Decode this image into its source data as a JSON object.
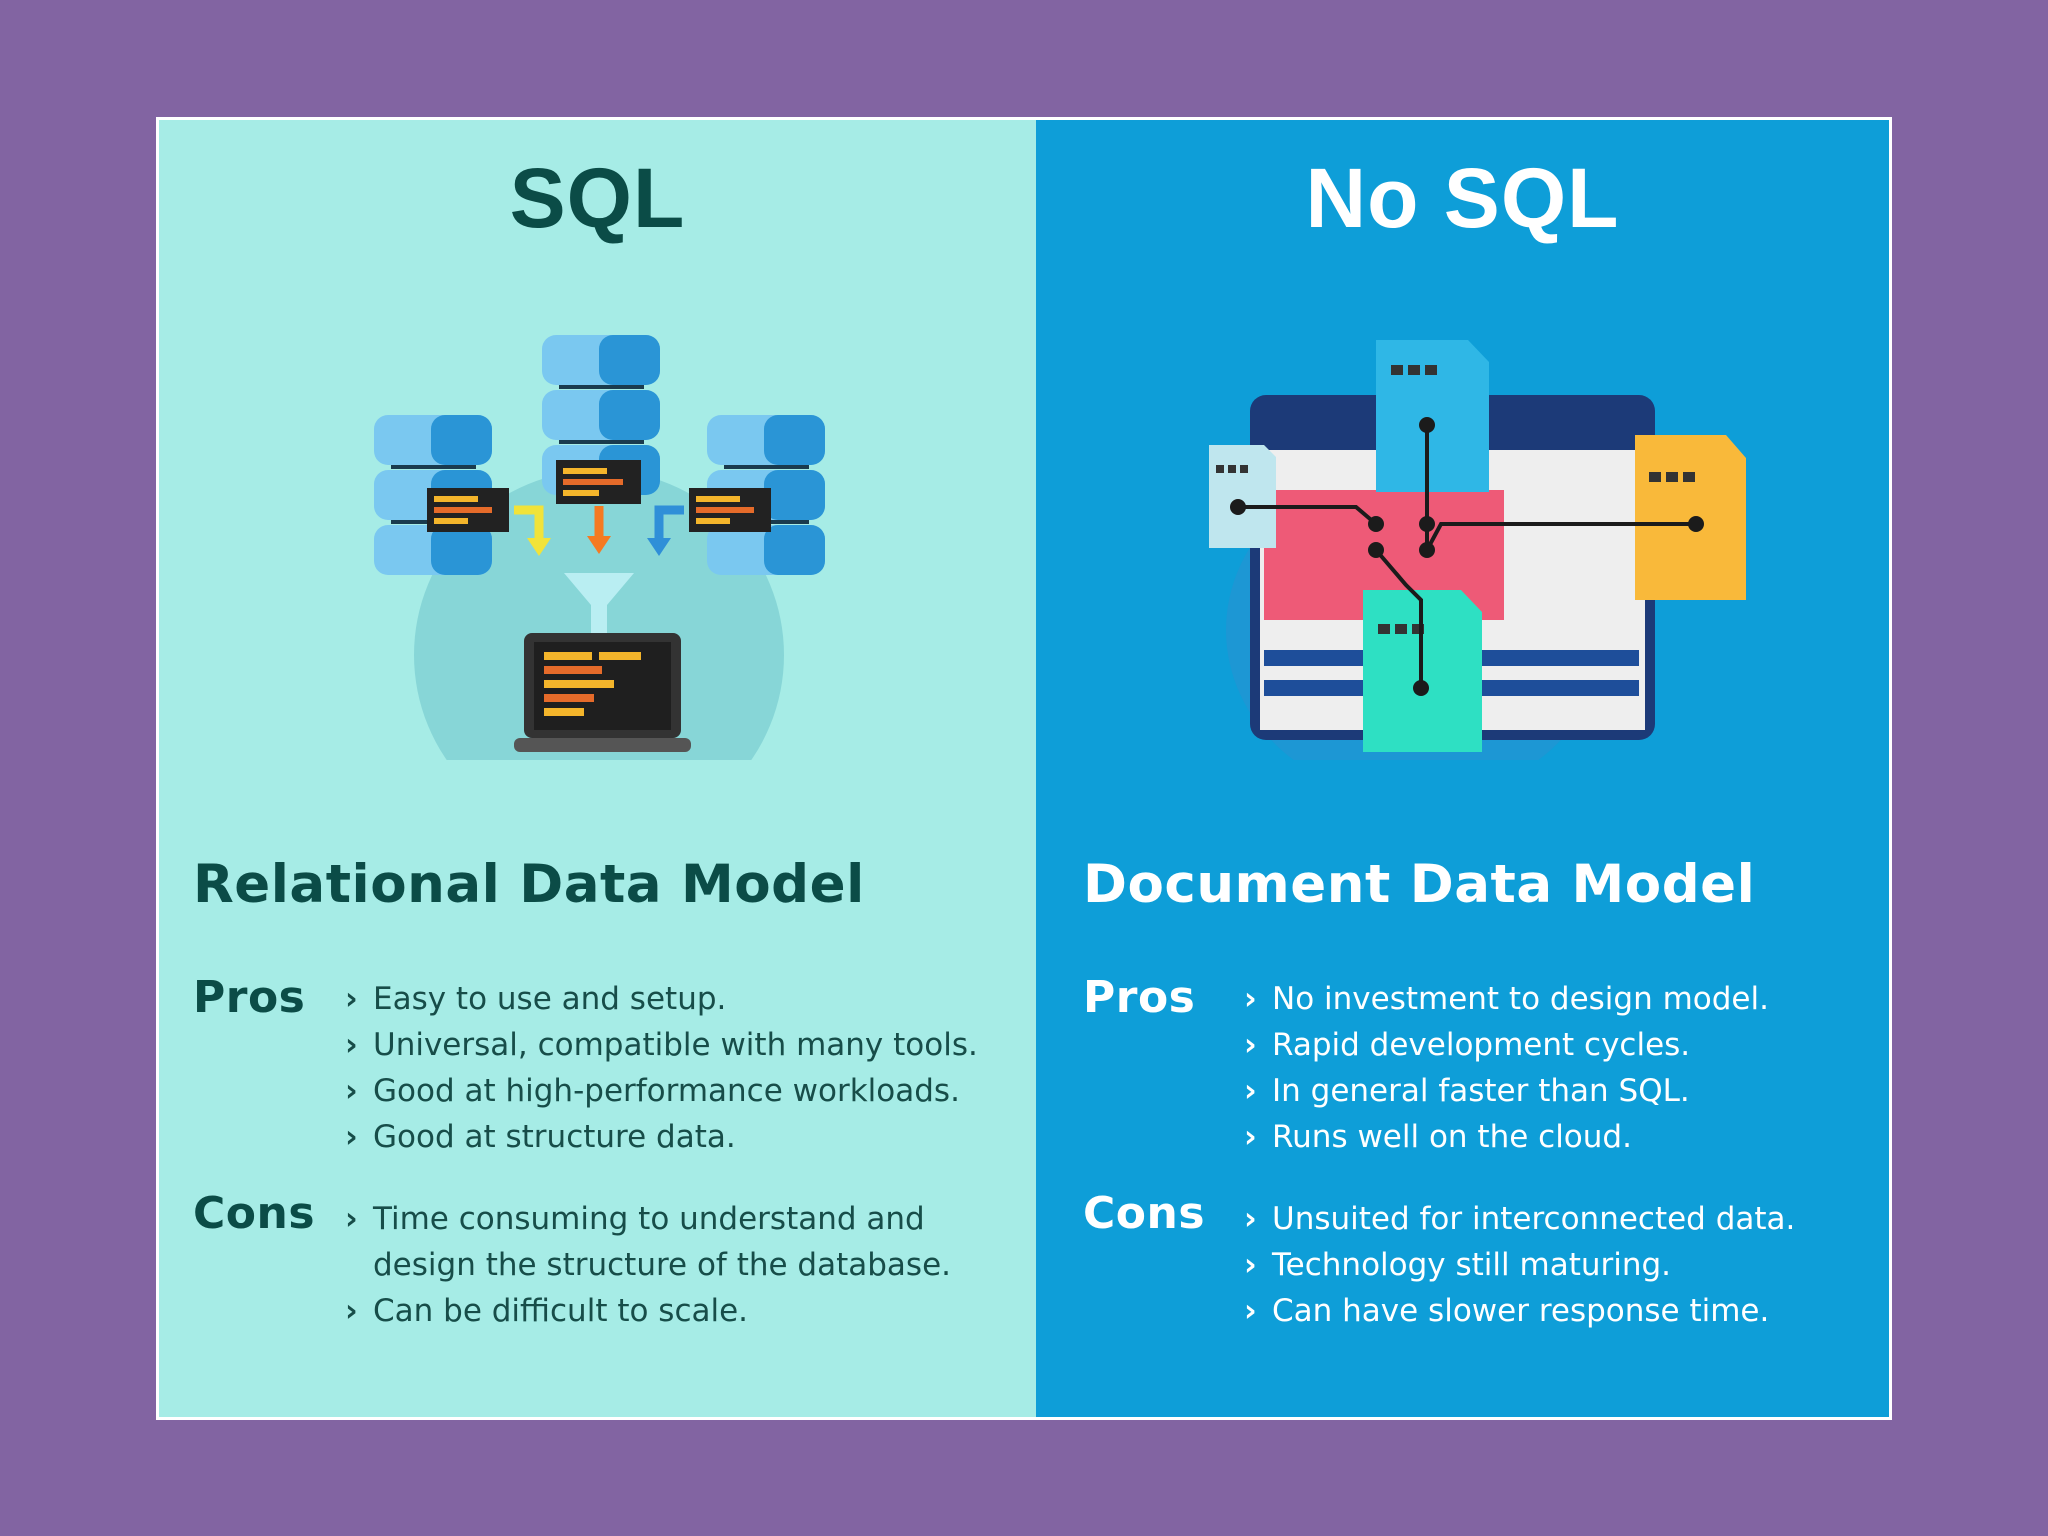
{
  "sql": {
    "title": "SQL",
    "model": "Relational Data Model",
    "pros_label": "Pros",
    "pros": [
      "Easy to use and setup.",
      "Universal, compatible with many tools.",
      "Good at high-performance workloads.",
      "Good at structure data."
    ],
    "cons_label": "Cons",
    "cons": [
      {
        "line1": "Time consuming to understand and",
        "line2": "design the structure of the database."
      },
      {
        "line1": "Can be difficult to scale.",
        "line2": ""
      }
    ]
  },
  "nosql": {
    "title": "No SQL",
    "model": "Document Data Model",
    "pros_label": "Pros",
    "pros": [
      "No investment to design model.",
      "Rapid development cycles.",
      "In general faster than SQL.",
      "Runs well on the cloud."
    ],
    "cons_label": "Cons",
    "cons": [
      "Unsuited for interconnected data.",
      "Technology still maturing.",
      "Can have slower response time."
    ]
  },
  "colors": {
    "background": "#8264a2",
    "sql_panel": "#a6ece6",
    "nosql_panel": "#0e9ed8",
    "sql_text": "#0b4c47"
  },
  "icons": {
    "sql": "database-servers-to-laptop-icon",
    "nosql": "document-network-icon"
  }
}
